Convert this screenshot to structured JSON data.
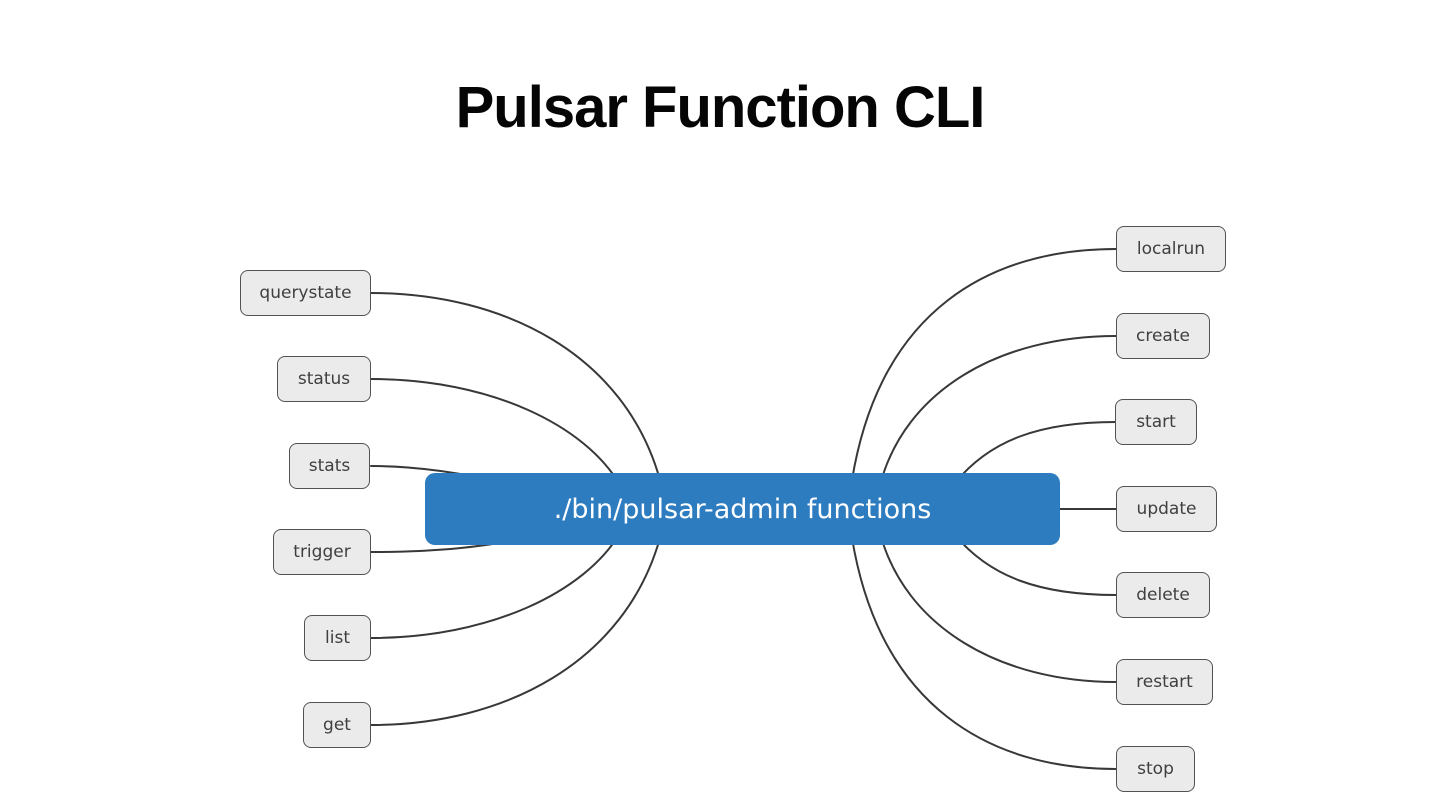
{
  "title": "Pulsar Function CLI",
  "diagram": {
    "center": {
      "label": "./bin/pulsar-admin functions"
    },
    "left_nodes": [
      "querystate",
      "status",
      "stats",
      "trigger",
      "list",
      "get"
    ],
    "right_nodes": [
      "localrun",
      "create",
      "start",
      "update",
      "delete",
      "restart",
      "stop"
    ]
  },
  "colors": {
    "background": "#ffffff",
    "title_text": "#050505",
    "center_bg": "#2d7cbf",
    "center_text": "#ffffff",
    "node_bg": "#ebebeb",
    "node_border": "#525252",
    "node_text": "#3f3f3f",
    "connector": "#383838"
  }
}
